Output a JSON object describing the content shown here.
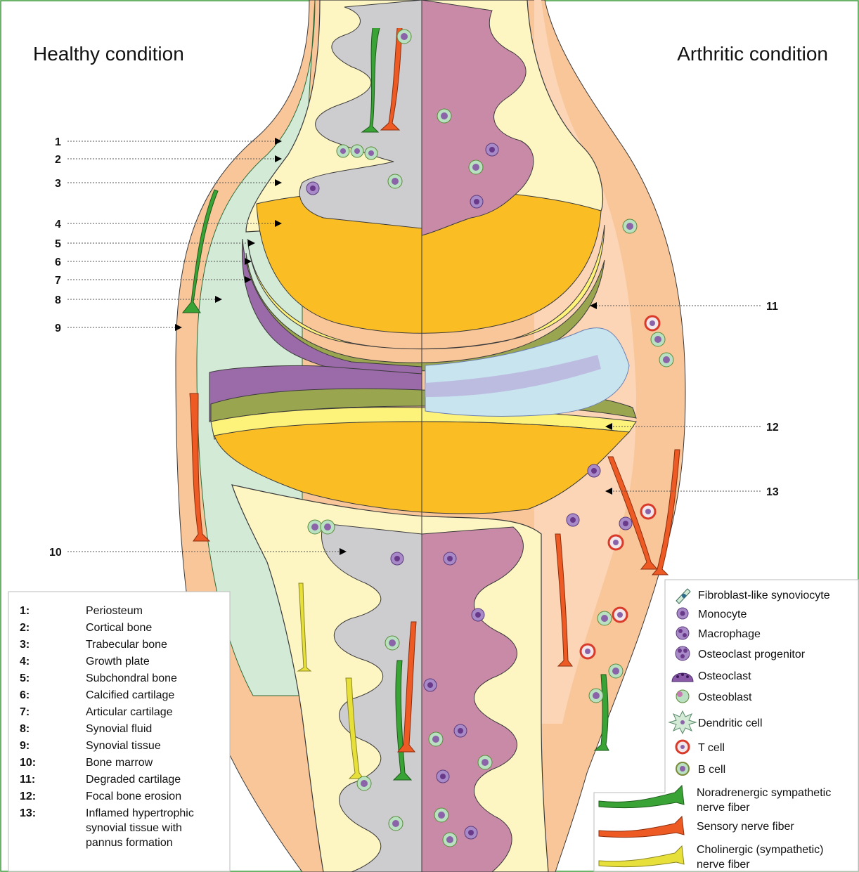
{
  "titles": {
    "left": "Healthy condition",
    "right": "Arthritic condition"
  },
  "numbers": [
    "1",
    "2",
    "3",
    "4",
    "5",
    "6",
    "7",
    "8",
    "9",
    "10",
    "11",
    "12",
    "13"
  ],
  "key": [
    {
      "num": "1:",
      "text": "Periosteum"
    },
    {
      "num": "2:",
      "text": "Cortical bone"
    },
    {
      "num": "3:",
      "text": "Trabecular bone"
    },
    {
      "num": "4:",
      "text": "Growth plate"
    },
    {
      "num": "5:",
      "text": "Subchondral bone"
    },
    {
      "num": "6:",
      "text": "Calcified cartilage"
    },
    {
      "num": "7:",
      "text": "Articular cartilage"
    },
    {
      "num": "8:",
      "text": "Synovial fluid"
    },
    {
      "num": "9:",
      "text": "Synovial tissue"
    },
    {
      "num": "10:",
      "text": "Bone marrow"
    },
    {
      "num": "11:",
      "text": "Degraded cartilage"
    },
    {
      "num": "12:",
      "text": "Focal bone erosion"
    },
    {
      "num": "13:",
      "text": "Inflamed hypertrophic",
      "line2": "synovial tissue with",
      "line3": "pannus formation"
    }
  ],
  "cells": [
    {
      "name": "Fibroblast-like synoviocyte",
      "icon": "fibroblast-icon"
    },
    {
      "name": "Monocyte",
      "icon": "monocyte-icon"
    },
    {
      "name": "Macrophage",
      "icon": "macrophage-icon"
    },
    {
      "name": "Osteoclast progenitor",
      "icon": "osteoclast-progenitor-icon"
    },
    {
      "name": "Osteoclast",
      "icon": "osteoclast-icon"
    },
    {
      "name": "Osteoblast",
      "icon": "osteoblast-icon"
    },
    {
      "name": "Dendritic cell",
      "icon": "dendritic-cell-icon"
    },
    {
      "name": "T cell",
      "icon": "t-cell-icon"
    },
    {
      "name": "B cell",
      "icon": "b-cell-icon"
    }
  ],
  "fibers": [
    {
      "line1": "Noradrenergic sympathetic",
      "line2": "nerve fiber",
      "color": "#3aa335"
    },
    {
      "line1": "Sensory nerve fiber",
      "line2": "",
      "color": "#ee5a24"
    },
    {
      "line1": "Cholinergic (sympathetic)",
      "line2": "nerve fiber",
      "color": "#e8e03a"
    }
  ],
  "colors": {
    "capsule": "#f9c69a",
    "synovial_fluid": "#d3ead7",
    "bone": "#fdf6c2",
    "growth_plate": "#fbbd24",
    "cartilage": "#fdf27a",
    "calcified": "#9aa64f",
    "subchondral": "#9b6aa8",
    "marrow_healthy": "#cdcdd0",
    "marrow_arthritic": "#c98aa7",
    "degraded": "#c8e4ef",
    "outline": "#3a3a3a",
    "green_fiber": "#3aa335",
    "sensory_fiber": "#ee5a24",
    "cholinergic_fiber": "#e8e03a"
  }
}
